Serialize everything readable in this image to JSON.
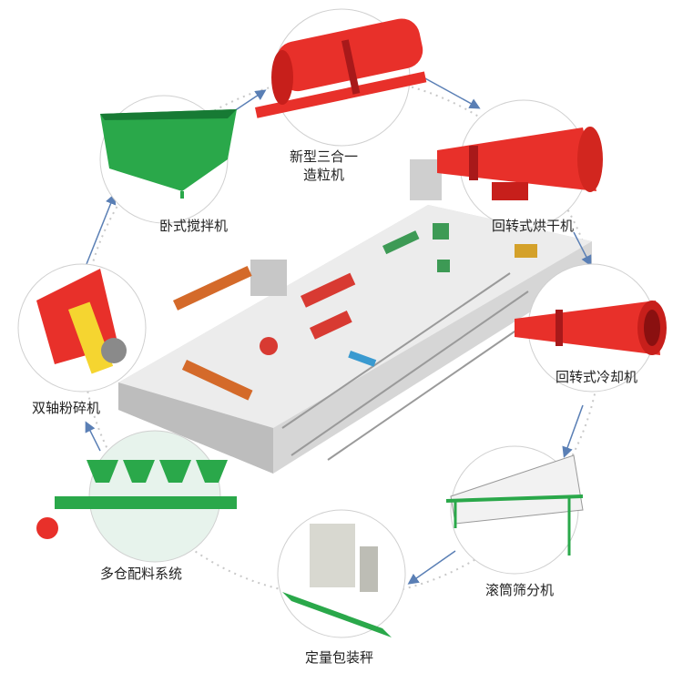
{
  "title": "有机肥生产线流程",
  "colors": {
    "machine_red": "#e8302a",
    "machine_green": "#2aa84a",
    "platform": "#d9d9d9",
    "arrow": "#5a7fb5",
    "orbit": "#c8c8c8"
  },
  "stations": [
    {
      "id": "granulator",
      "label_line1": "新型三合一",
      "label_line2": "造粒机",
      "icon": "rotary-drum-granulator"
    },
    {
      "id": "dryer",
      "label": "回转式烘干机",
      "icon": "rotary-dryer"
    },
    {
      "id": "cooler",
      "label": "回转式冷却机",
      "icon": "rotary-cooler"
    },
    {
      "id": "screener",
      "label": "滚筒筛分机",
      "icon": "drum-screener"
    },
    {
      "id": "packing",
      "label": "定量包装秤",
      "icon": "packing-scale"
    },
    {
      "id": "batching",
      "label": "多仓配料系统",
      "icon": "multi-bin-batching"
    },
    {
      "id": "crusher",
      "label": "双轴粉碎机",
      "icon": "double-shaft-crusher"
    },
    {
      "id": "mixer",
      "label": "卧式搅拌机",
      "icon": "horizontal-mixer"
    }
  ]
}
